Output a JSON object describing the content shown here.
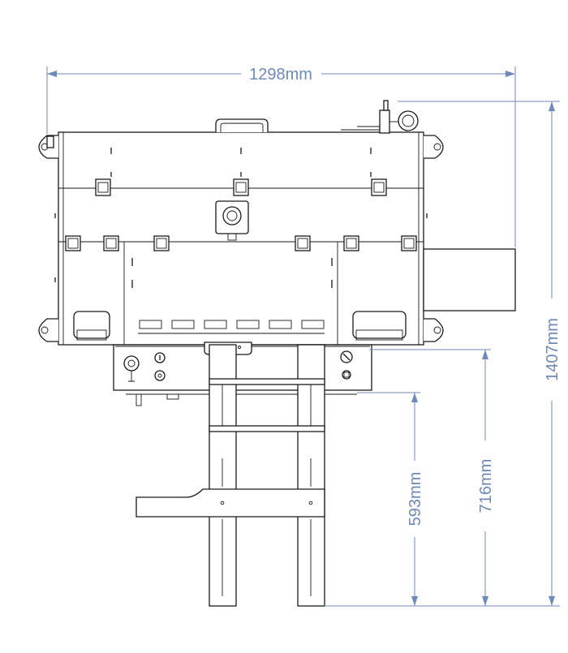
{
  "dimensions": {
    "overall_width": "1298mm",
    "overall_height": "1407mm",
    "mid_height": "716mm",
    "lower_height": "593mm"
  },
  "colors": {
    "line": "#1a1a1a",
    "dimension": "#6f89b8",
    "background": "#ffffff"
  }
}
